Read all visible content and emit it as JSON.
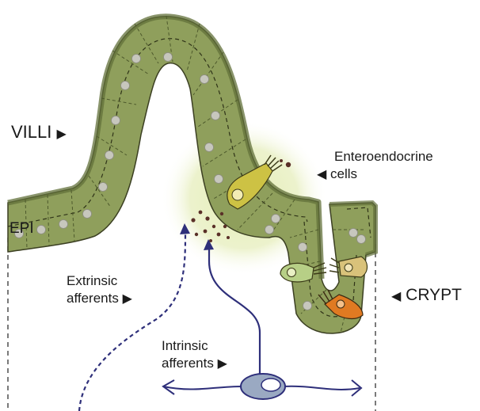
{
  "labels": {
    "villi": "VILLI",
    "epi": "EPI",
    "enteroendocrine_line1": "Enteroendocrine",
    "enteroendocrine_line2": "cells",
    "extrinsic_line1": "Extrinsic",
    "extrinsic_line2": "afferents",
    "intrinsic_line1": "Intrinsic",
    "intrinsic_line2": "afferents",
    "crypt": "CRYPT"
  },
  "icons": {
    "arrow_right": "▶",
    "arrow_left": "◀"
  },
  "colors": {
    "epithelium": "#8f9f5c",
    "epithelium_dark": "#75834a",
    "nucleus": "#c7c7bd",
    "glow": "#e4edb4",
    "neuron": "#2e2f7a",
    "neuron_body": "#9aa9c2",
    "cell_yellow": "#cdc244",
    "cell_lightgreen": "#b7cf86",
    "cell_tan": "#d9c27a",
    "cell_orange": "#e07a22",
    "granule": "#5a3028"
  }
}
